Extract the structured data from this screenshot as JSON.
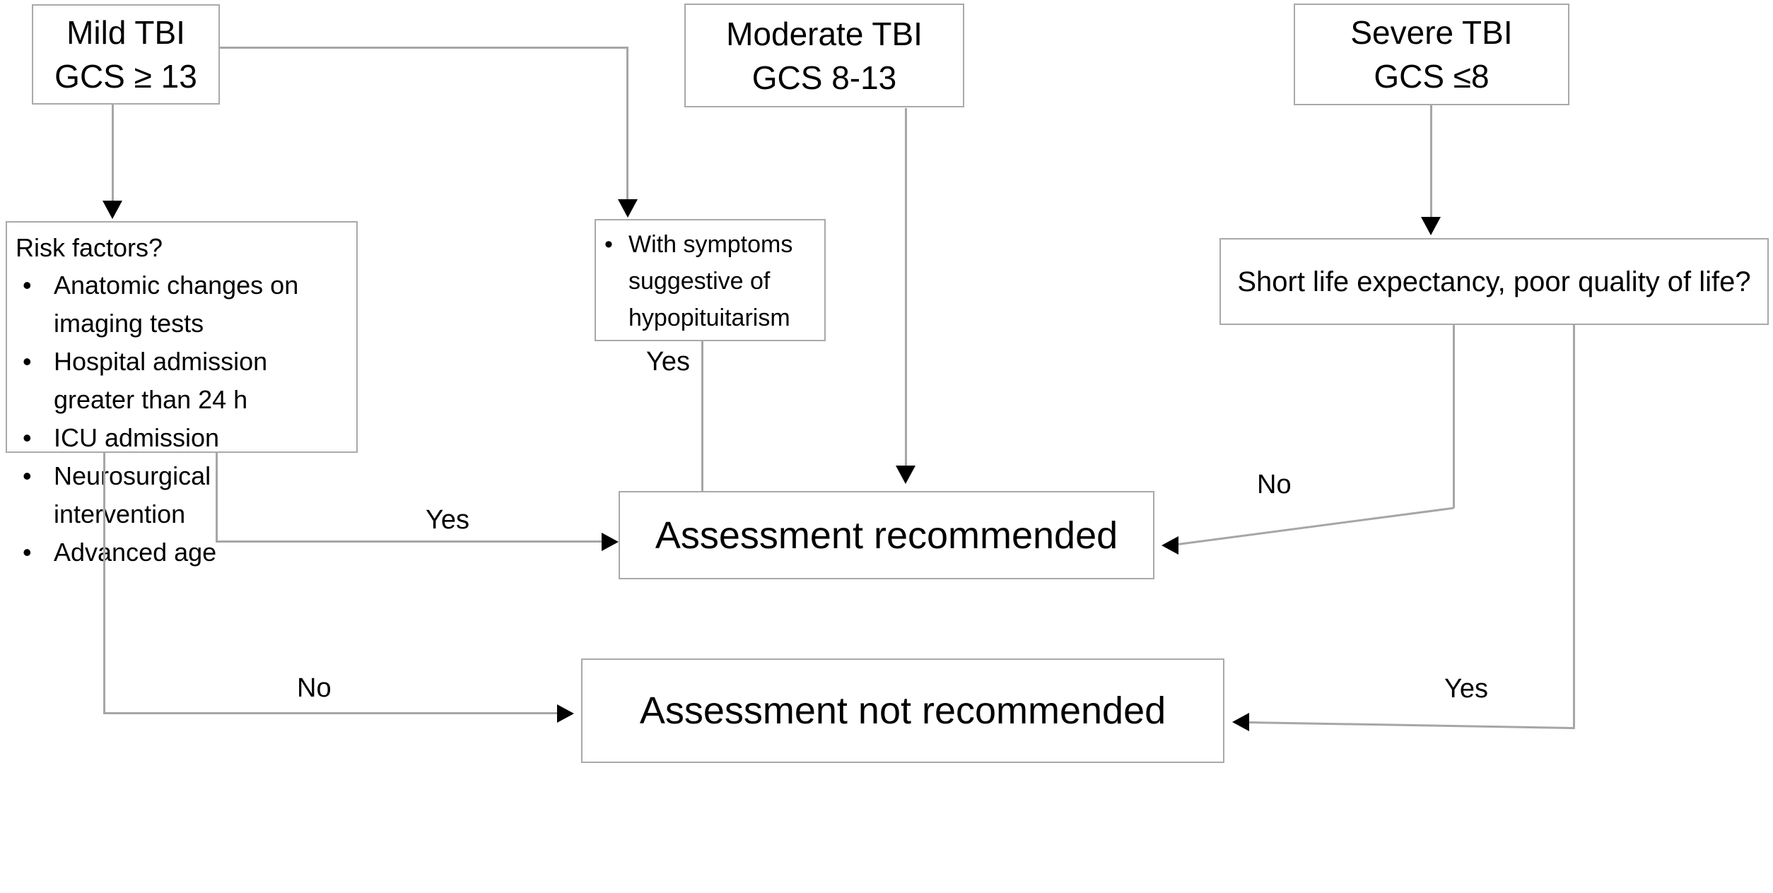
{
  "nodes": {
    "mild": {
      "line1": "Mild TBI",
      "line2": "GCS ≥ 13"
    },
    "moderate": {
      "line1": "Moderate TBI",
      "line2": "GCS 8-13"
    },
    "severe": {
      "line1": "Severe TBI",
      "line2": "GCS ≤8"
    },
    "risk": {
      "title": "Risk factors?",
      "items": [
        "Anatomic changes on imaging tests",
        "Hospital admission greater than 24 h",
        "ICU admission",
        "Neurosurgical intervention",
        "Advanced age"
      ]
    },
    "hypopituitarism": {
      "text": "With symptoms suggestive of hypopituitarism"
    },
    "short_life": {
      "text": "Short life expectancy, poor quality of life?"
    },
    "assessment_recommended": {
      "text": "Assessment recommended"
    },
    "assessment_not_recommended": {
      "text": "Assessment not recommended"
    }
  },
  "edge_labels": {
    "risk_yes": "Yes",
    "risk_no": "No",
    "hypo_yes": "Yes",
    "short_life_no": "No",
    "short_life_yes": "Yes"
  },
  "glyphs": {
    "bullet": "•"
  },
  "colors": {
    "background": "#ffffff",
    "box_border": "#a9a9a9",
    "connector": "#a6a6a6",
    "arrowhead": "#000000",
    "text": "#000000"
  }
}
